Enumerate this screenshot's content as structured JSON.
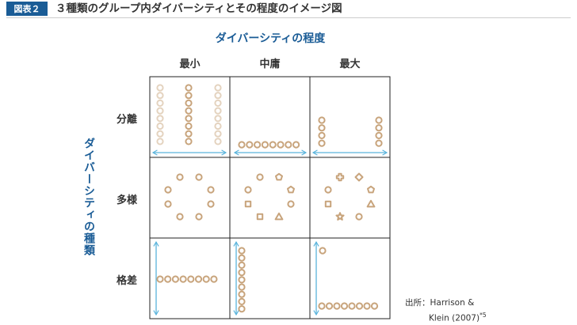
{
  "figure_label": "図表２",
  "title": "３種類のグループ内ダイバーシティとその程度のイメージ図",
  "top_axis_label": "ダイバーシティの程度",
  "columns": [
    "最小",
    "中庸",
    "最大"
  ],
  "side_axis_label": "ダイバーシティの種類",
  "rows": [
    "分離",
    "多様",
    "格差"
  ],
  "source_line1": "出所：Harrison &",
  "source_line2": "Klein (2007)",
  "source_note": "*5",
  "colors": {
    "accent_blue": "#1a5c96",
    "symbol_tan": "#c8a47c",
    "symbol_pale": "#e4d3bf",
    "arrow_blue": "#5ab4dc",
    "grid_line": "#222222"
  },
  "symbol_icons": [
    "circle",
    "square",
    "triangle",
    "pentagon",
    "diamond",
    "cross",
    "star"
  ]
}
